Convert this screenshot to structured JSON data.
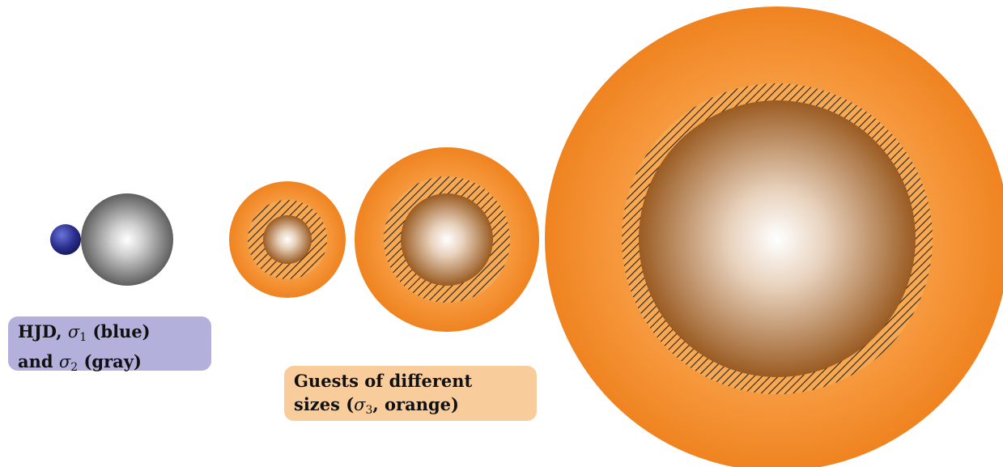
{
  "colors": {
    "blue_sphere": "#2b2f8f",
    "gray_sphere": "#6e6e6e",
    "orange": "#f28a1e",
    "brown_core": "#a0622a",
    "hatch": "#222222",
    "label_hjd_bg": "#b3b1dc",
    "label_guests_bg": "#f9cc9c"
  },
  "label_hjd": {
    "line1_prefix": "HJD, ",
    "sigma": "σ",
    "line1_sub": "1",
    "line1_suffix": " (blue)",
    "line2_prefix": "and ",
    "line2_sub": "2",
    "line2_suffix": " (gray)"
  },
  "label_guests": {
    "line1": "Guests of different",
    "line2_prefix": "sizes (",
    "sigma": "σ",
    "line2_sub": "3",
    "line2_suffix": ", orange)"
  },
  "icons": [
    "blue-sphere-icon",
    "gray-sphere-icon",
    "guest-orange-icon"
  ]
}
